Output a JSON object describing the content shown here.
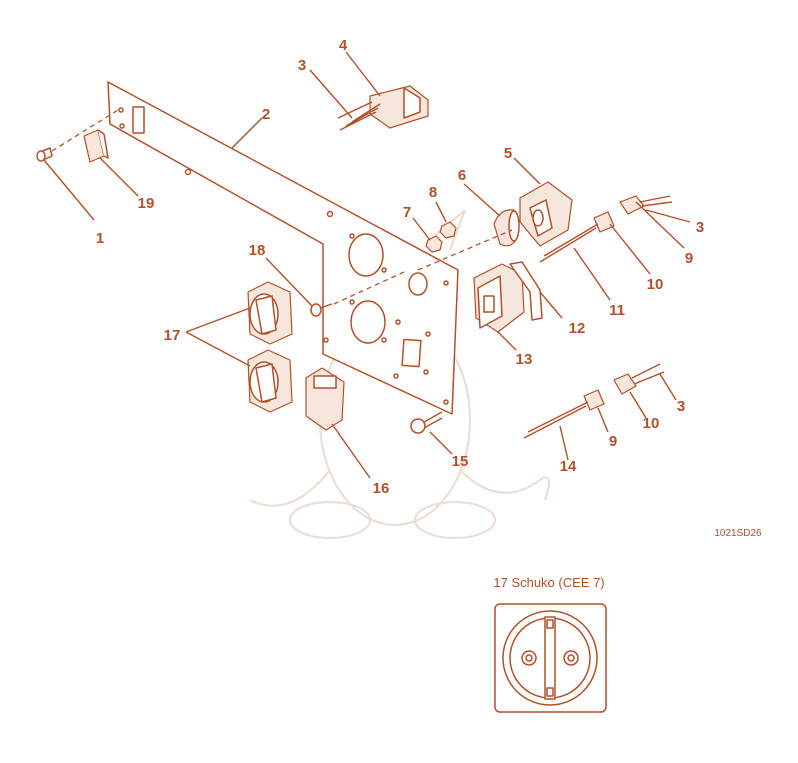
{
  "callouts": {
    "c1": "1",
    "c2": "2",
    "c3a": "3",
    "c3b": "3",
    "c3c": "3",
    "c4": "4",
    "c5": "5",
    "c6": "6",
    "c7": "7",
    "c8": "8",
    "c9a": "9",
    "c9b": "9",
    "c10a": "10",
    "c10b": "10",
    "c11": "11",
    "c12": "12",
    "c13": "13",
    "c14": "14",
    "c15": "15",
    "c16": "16",
    "c17": "17",
    "c18": "18",
    "c19": "19"
  },
  "drawing_code": "1021SD26",
  "inset": {
    "caption": "17 Schuko (CEE 7)"
  },
  "colors": {
    "line": "#b0512a",
    "watermark": "#eadcd4"
  }
}
